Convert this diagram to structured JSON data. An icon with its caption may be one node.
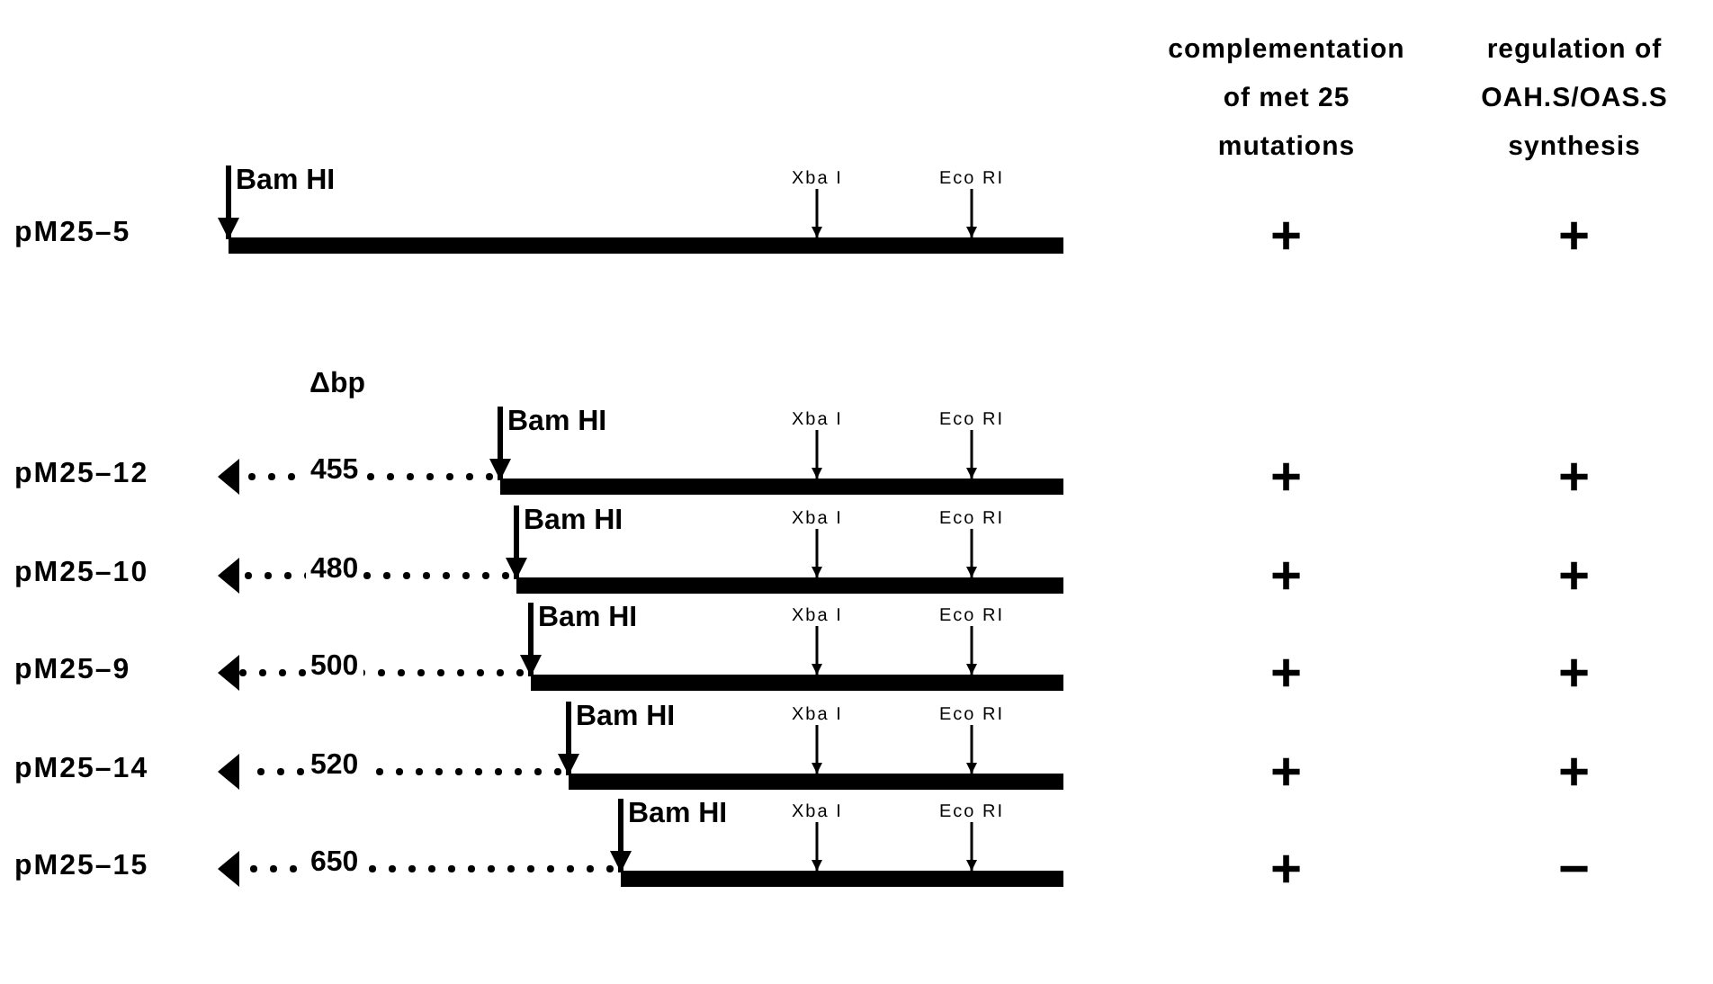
{
  "diagram": {
    "labels": [
      "complementation of met 25 mutations",
      "regulation of OAH.S/OAS.S synthesis",
      "Bam HI",
      "Xba I",
      "Eco RI",
      "pM25–5",
      "+",
      "+",
      "Δbp",
      "Bam HI",
      "Xba I",
      "Eco RI",
      "pM25–12",
      "455",
      "+",
      "+",
      "Bam HI",
      "Xba I",
      "Eco RI",
      "pM25–10",
      "480",
      "+",
      "+",
      "Bam HI",
      "Xba I",
      "Eco RI",
      "pM25–9",
      "500",
      "+",
      "+",
      "Bam HI",
      "Xba I",
      "Eco RI",
      "pM25–14",
      "520",
      "+",
      "+",
      "Bam HI",
      "Xba I",
      "Eco RI",
      "pM25–15",
      "650",
      "+",
      "−"
    ]
  }
}
